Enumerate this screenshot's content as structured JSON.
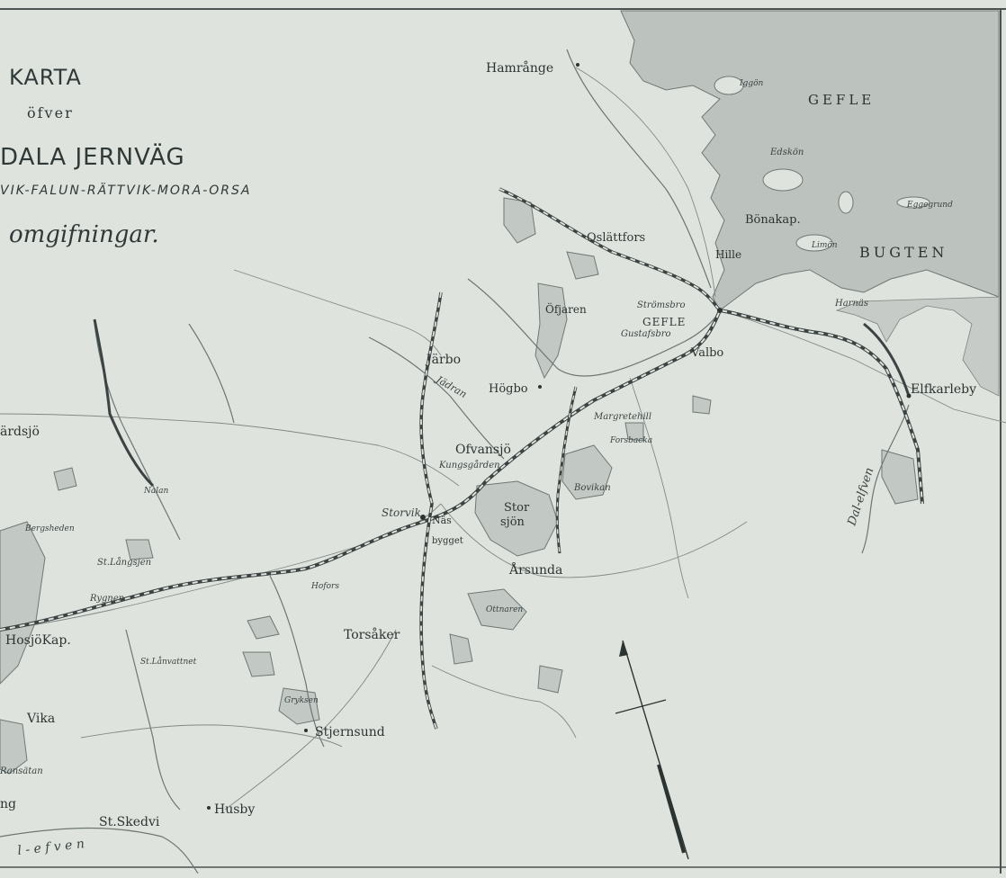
{
  "title": {
    "line1": "KARTA",
    "line2": "öfver",
    "line3": "DALA JERNVÄG",
    "line4": "VIK-FALUN-RÄTTVIK-MORA-ORSA",
    "line5": "omgifningar."
  },
  "water_labels": {
    "gefle": "GEFLE",
    "bugten": "BUGTEN",
    "dalelfven": "Dal-elfven",
    "dalelfven_bottom": "l - e   f v e n",
    "storsjon_1": "Stor",
    "storsjon_2": "sjön"
  },
  "places": {
    "hamrange": "Hamrånge",
    "oslattfors": "Oslättfors",
    "bonakap": "Bönakap.",
    "hille": "Hille",
    "ofjaren": "Öfjaren",
    "stromsbro": "Strömsbro",
    "gefle_town": "GEFLE",
    "gustafsbro": "Gustafsbro",
    "valbo": "Valbo",
    "jarbo": "Järbo",
    "jadran": "Jädran",
    "hogbo": "Högbo",
    "elfkarleby": "Elfkarleby",
    "ofvansjo": "Ofvansjö",
    "kungsgarden": "Kungsgården",
    "storvik": "Storvik",
    "nas": "Näs",
    "bygget": "bygget",
    "arsunda": "Årsunda",
    "torsaker": "Torsåker",
    "hosjokap": "HosjöKap.",
    "vika": "Vika",
    "stjernsund": "Stjernsund",
    "husby": "Husby",
    "stskedvi": "St.Skedvi",
    "ardsjo": "ärdsjö",
    "ng": "ng",
    "margretehill": "Margretehill",
    "forsbacka": "Forsbacka",
    "hamrange_lake": "Iggön",
    "eggegrund": "Eggegrund",
    "edskon": "Edskön",
    "limon": "Limön",
    "harnas": "Harnäs",
    "stlangsen": "St.Långsjen",
    "hofors": "Hofors",
    "ottnaren": "Ottnaren",
    "ransatan": "Ransätan",
    "stlanvattnet": "St.Lånvattnet",
    "gryksen": "Gryksen",
    "bergsheden": "Bergsheden",
    "rygnen": "Rygnen",
    "bovikan": "Bovikan",
    "nalan": "Nalan"
  },
  "colors": {
    "paper": "#dfe3de",
    "water": "#bcc2be",
    "ink": "#2c3432",
    "rail": "#3b4442"
  },
  "icons": [
    "north-arrow-icon"
  ]
}
